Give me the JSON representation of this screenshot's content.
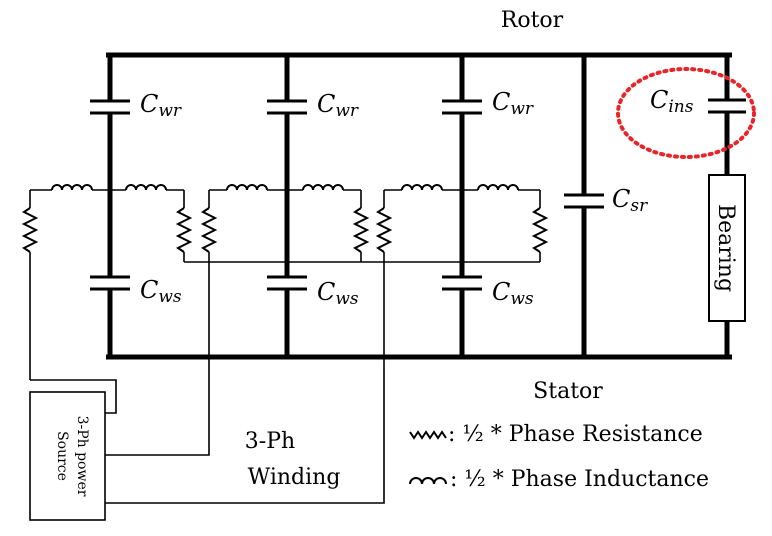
{
  "labels": {
    "rotor": "Rotor",
    "stator": "Stator",
    "bearing": "Bearing",
    "winding_line1": "3-Ph",
    "winding_line2": "Winding",
    "source_line1": "3-Ph power",
    "source_line2": "Source"
  },
  "capacitors": {
    "c_main": "C",
    "wr_sub": "wr",
    "ws_sub": "ws",
    "sr_sub": "sr",
    "ins_sub": "ins"
  },
  "legend": {
    "resistance": ": ½ * Phase Resistance",
    "inductance": ": ½ * Phase Inductance"
  },
  "colors": {
    "highlight": "#e8262a",
    "line": "#000000"
  }
}
